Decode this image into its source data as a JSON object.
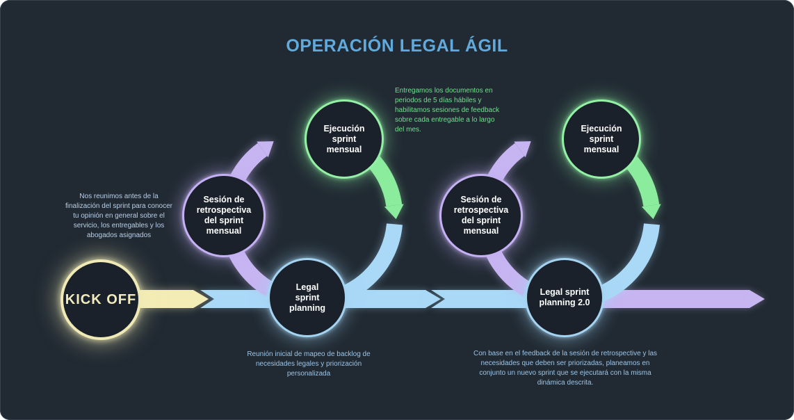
{
  "title": "OPERACIÓN LEGAL ÁGIL",
  "kickoff": {
    "label": "KICK OFF"
  },
  "cycles": [
    {
      "execution": "Ejecución sprint mensual",
      "retrospective": "Sesión de retrospectiva del sprint mensual",
      "planning": "Legal sprint planning"
    },
    {
      "execution": "Ejecución sprint mensual",
      "retrospective": "Sesión de retrospectiva del sprint mensual",
      "planning": "Legal sprint planning 2.0"
    }
  ],
  "annotations": {
    "kickoff_note": "Nos reunimos antes de la finalización del sprint para conocer tu opinión en general sobre el servicio, los entregables y los abogados asignados",
    "delivery_note": "Entregamos los documentos en periodos de 5 días hábiles y habilitamos sesiones de feedback sobre cada entregable a lo largo del mes.",
    "planning_note": "Reunión inicial de mapeo de backlog de necesidades legales y priorización personalizada",
    "planning2_note": "Con base en el feedback de la sesión de retrospective y las necesidades que deben ser priorizadas, planeamos en conjunto un nuevo sprint que se ejecutará con la misma dinámica descrita."
  },
  "colors": {
    "background": "#212a33",
    "title": "#61aadb",
    "yellow": "#f3edb5",
    "green": "#8cec9e",
    "purple": "#c7b5f2",
    "blue": "#a9d9f7",
    "node_fill": "#1a212a",
    "note_blue": "#9cc4e6",
    "note_green": "#72df8d",
    "note_light": "#b9cfe8"
  }
}
